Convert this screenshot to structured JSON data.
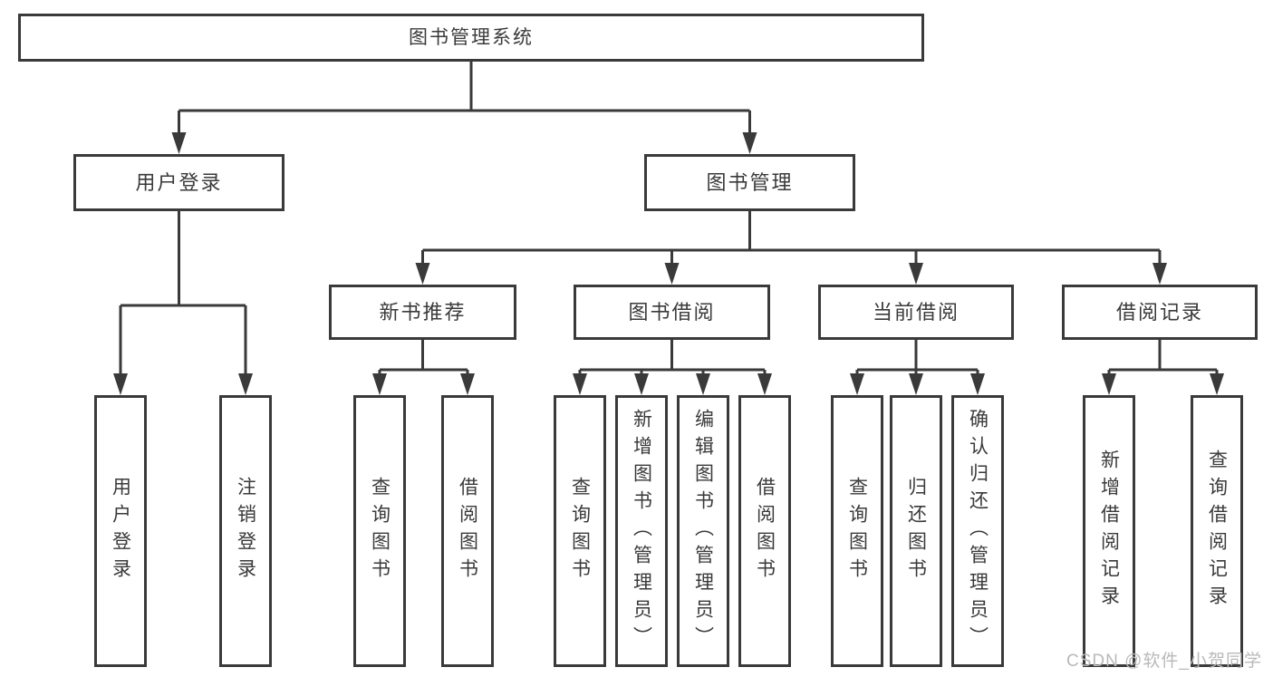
{
  "tree": {
    "root": {
      "label": "图书管理系统",
      "children": [
        {
          "label": "用户登录",
          "children": [
            {
              "label": "用户登录"
            },
            {
              "label": "注销登录"
            }
          ]
        },
        {
          "label": "图书管理",
          "children": [
            {
              "label": "新书推荐",
              "children": [
                {
                  "label": "查询图书"
                },
                {
                  "label": "借阅图书"
                }
              ]
            },
            {
              "label": "图书借阅",
              "children": [
                {
                  "label": "查询图书"
                },
                {
                  "label": "新增图书（管理员）"
                },
                {
                  "label": "编辑图书（管理员）"
                },
                {
                  "label": "借阅图书"
                }
              ]
            },
            {
              "label": "当前借阅",
              "children": [
                {
                  "label": "查询图书"
                },
                {
                  "label": "归还图书"
                },
                {
                  "label": "确认归还（管理员）"
                }
              ]
            },
            {
              "label": "借阅记录",
              "children": [
                {
                  "label": "新增借阅记录"
                },
                {
                  "label": "查询借阅记录"
                }
              ]
            }
          ]
        }
      ]
    }
  },
  "watermark": {
    "text": "CSDN @软件_小贺同学"
  },
  "colors": {
    "line": "#3a3a3a",
    "text": "#3a3a3a",
    "background": "#ffffff",
    "watermark": "#b9b9b9"
  }
}
